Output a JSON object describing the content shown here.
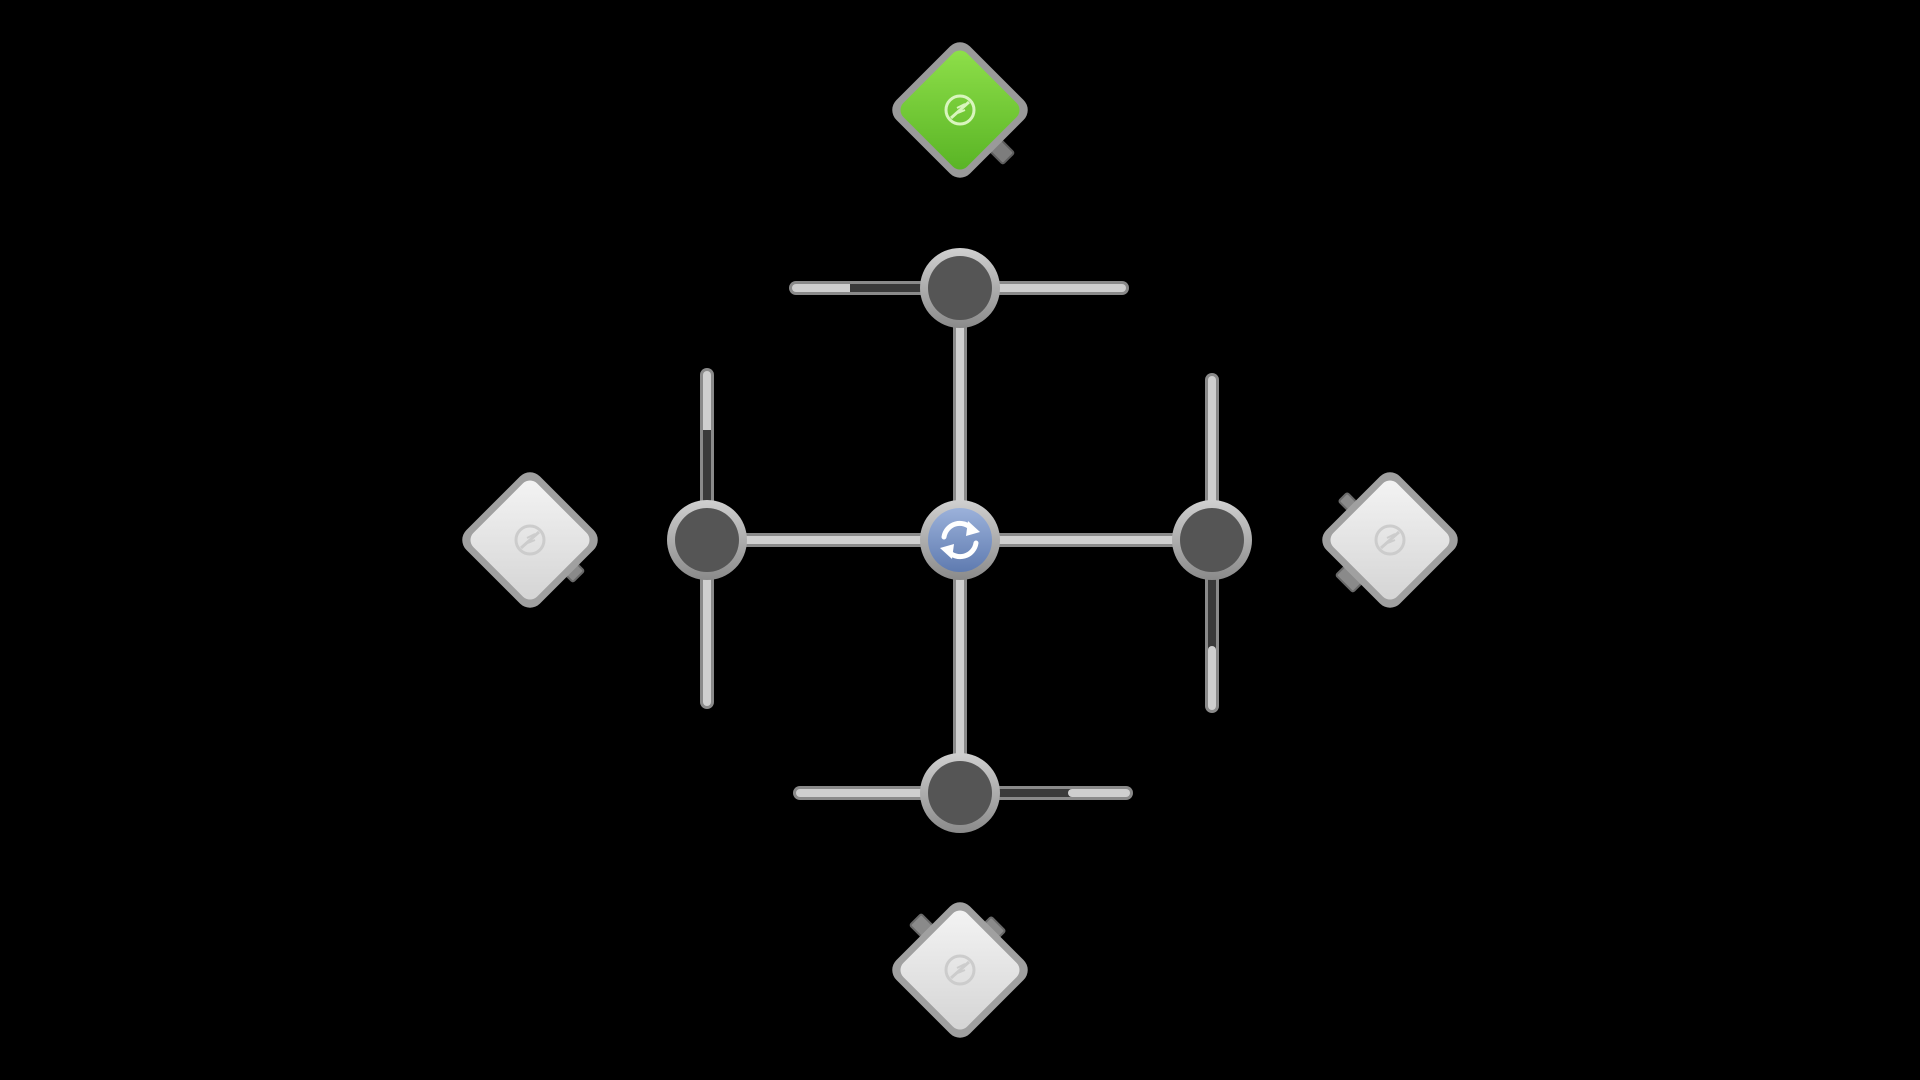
{
  "colors": {
    "background": "#000000",
    "pipe_light": "#c9c9c9",
    "pipe_dark": "#3a3a3a",
    "node_fill": "#555555",
    "node_ring": "#a3a3a3",
    "center_fill": "#7f97c4",
    "terminal_on": "#7fd23a",
    "terminal_off": "#e6e6e6"
  },
  "puzzle": {
    "center_node": {
      "icon": "rotate-arrows-icon",
      "state": "rotate"
    },
    "junctions": [
      {
        "id": "top",
        "left_branch": "partially-lit",
        "right_branch": "lit"
      },
      {
        "id": "left",
        "up_branch": "partially-lit",
        "down_branch": "lit"
      },
      {
        "id": "right",
        "up_branch": "lit",
        "down_branch": "partially-lit"
      },
      {
        "id": "bottom",
        "left_branch": "lit",
        "right_branch": "partially-lit"
      }
    ],
    "terminals": [
      {
        "id": "top",
        "icon": "power-plug-icon",
        "powered": true
      },
      {
        "id": "left",
        "icon": "power-plug-icon",
        "powered": false
      },
      {
        "id": "right",
        "icon": "power-plug-icon",
        "powered": false
      },
      {
        "id": "bottom",
        "icon": "power-plug-icon",
        "powered": false
      }
    ]
  }
}
